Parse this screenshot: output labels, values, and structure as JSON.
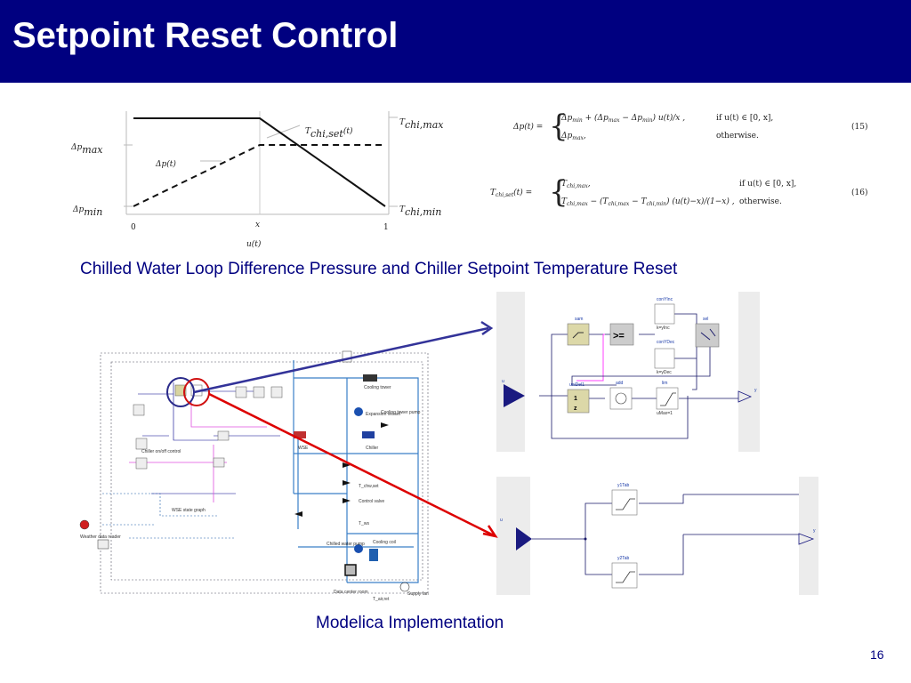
{
  "slide": {
    "title": "Setpoint Reset Control",
    "page_number": "16",
    "caption_top": "Chilled Water Loop Difference Pressure and Chiller Setpoint Temperature Reset",
    "caption_bottom": "Modelica Implementation"
  },
  "colors": {
    "title_bar": "#000080",
    "accent_blue": "#000080",
    "arrow_blue": "#333399",
    "arrow_red": "#dd0000"
  },
  "plot": {
    "labels": {
      "dp_max": "Δp_max",
      "dp_min": "Δp_min",
      "dp_t": "Δp(t)",
      "t_set": "T_chi,set(t)",
      "t_max": "T_chi,max",
      "t_min": "T_chi,min",
      "x0": "0",
      "xx": "x",
      "x1": "1",
      "u": "u(t)"
    }
  },
  "equations": {
    "eq15": {
      "lhs": "Δp(t) =",
      "case1": "Δp_min + (Δp_max − Δp_min) u(t)/x ,",
      "cond1": "if u(t) ∈ [0, x],",
      "case2": "Δp_max ,",
      "cond2": "otherwise.",
      "number": "(15)"
    },
    "eq16": {
      "lhs": "T_chi,set(t) =",
      "case1": "T_chi,max ,",
      "cond1": "if u(t) ∈ [0, x],",
      "case2": "T_chi,max − (T_chi,max − T_chi,min) (u(t)−x)/(1−x) ,",
      "cond2": "otherwise.",
      "number": "(16)"
    }
  },
  "system_diagram": {
    "labels": {
      "cooling_tower": "Cooling tower",
      "cooling_tower_pump": "Cooling tower pump",
      "expansion_vessel": "Expansion vessel",
      "chiller": "Chiller",
      "wse": "WSE",
      "chiller_onoff": "Chiller on/off control",
      "wse_state": "WSE state graph",
      "control_valve": "Control valve",
      "chilled_water_pump": "Chilled water pump",
      "cooling_coil": "Cooling coil",
      "data_center_room": "Data center room",
      "supply_fan": "Supply fan",
      "weather": "Weather data reader",
      "t_chw_set": "T_chw,set",
      "t_ws": "T_ws",
      "t_air_ret": "T_air,ret"
    }
  },
  "upper_block": {
    "labels": {
      "u": "u",
      "y": "y",
      "sam": "sam",
      "ge": ">=",
      "conYInc": "conYInc",
      "conYDec": "conYDec",
      "sel": "sel",
      "unDel": "uniDel1",
      "z": "1/z",
      "add": "add",
      "lim": "lim",
      "kinc": "k=yInc",
      "kdec": "k=yDec",
      "umax": "uMax=1"
    }
  },
  "lower_block": {
    "labels": {
      "u": "u",
      "y": "y",
      "y1Tab": "y1Tab",
      "y2Tab": "y2Tab"
    }
  }
}
